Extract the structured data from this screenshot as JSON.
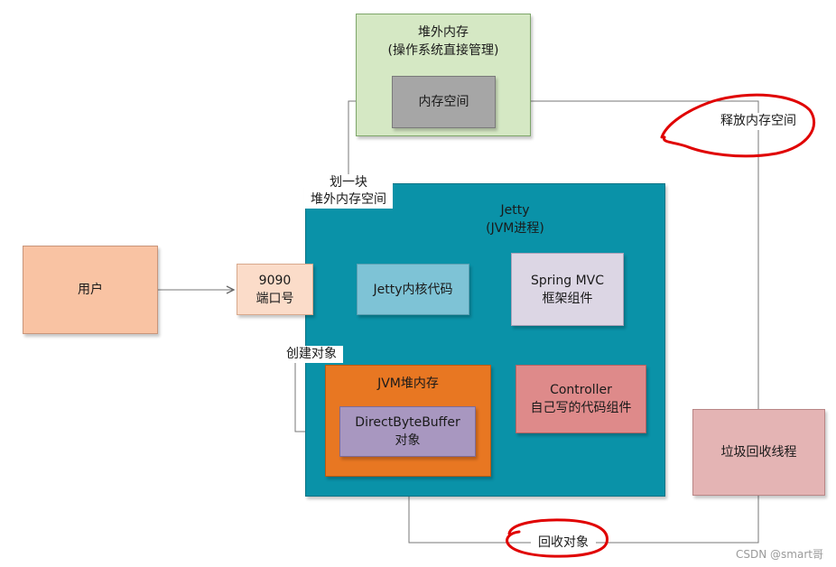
{
  "diagram": {
    "offheap": {
      "title": "堆外内存",
      "subtitle": "(操作系统直接管理)"
    },
    "memspace": {
      "label": "内存空间"
    },
    "jetty": {
      "title": "Jetty",
      "subtitle": "(JVM进程)"
    },
    "user": {
      "label": "用户"
    },
    "port": {
      "line1": "9090",
      "line2": "端口号"
    },
    "jetty_core": {
      "label": "Jetty内核代码"
    },
    "spring": {
      "line1": "Spring MVC",
      "line2": "框架组件"
    },
    "controller": {
      "line1": "Controller",
      "line2": "自己写的代码组件"
    },
    "jvm_heap": {
      "title": "JVM堆内存"
    },
    "dbb": {
      "line1": "DirectByteBuffer",
      "line2": "对象"
    },
    "gc": {
      "label": "垃圾回收线程"
    },
    "labels": {
      "allocate_line1": "划一块",
      "allocate_line2": "堆外内存空间",
      "create_object": "创建对象",
      "release_memory": "释放内存空间",
      "recycle_object": "回收对象"
    },
    "watermark": "CSDN @smart哥",
    "colors": {
      "offheap": "#d5e8c4",
      "memspace": "#a6a6a6",
      "jetty": "#0a92a8",
      "user": "#f9c3a3",
      "port": "#fbdcc9",
      "jetty_core": "#7ec3d6",
      "spring": "#dcd6e4",
      "controller": "#de8a8a",
      "jvm_heap": "#e87722",
      "dbb": "#a897c0",
      "gc": "#e4b4b4",
      "annotation_red": "#e00000"
    }
  }
}
